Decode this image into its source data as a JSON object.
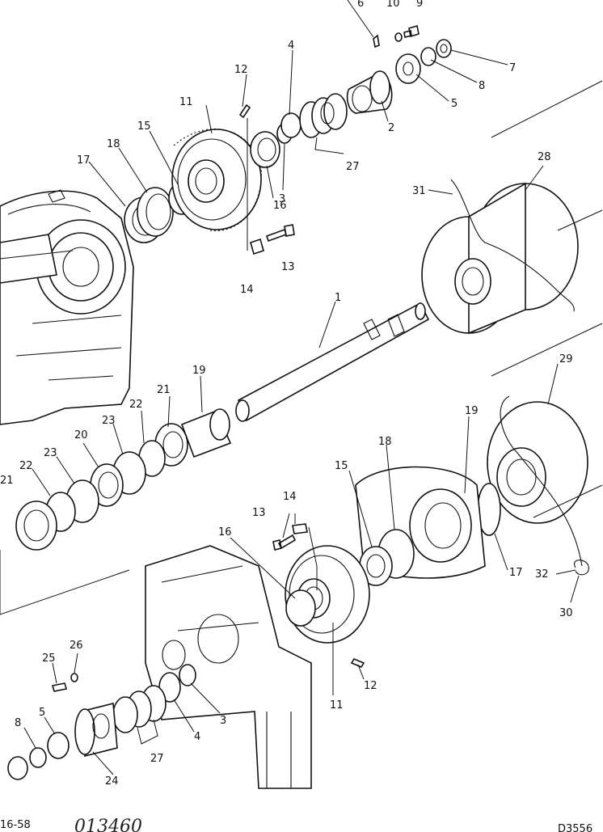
{
  "callouts": [
    {
      "id": "c1",
      "text": "1"
    },
    {
      "id": "c2",
      "text": "2"
    },
    {
      "id": "c3a",
      "text": "3"
    },
    {
      "id": "c3b",
      "text": "3"
    },
    {
      "id": "c4a",
      "text": "4"
    },
    {
      "id": "c4b",
      "text": "4"
    },
    {
      "id": "c5a",
      "text": "5"
    },
    {
      "id": "c5b",
      "text": "5"
    },
    {
      "id": "c6",
      "text": "6"
    },
    {
      "id": "c7",
      "text": "7"
    },
    {
      "id": "c8a",
      "text": "8"
    },
    {
      "id": "c8b",
      "text": "8"
    },
    {
      "id": "c9",
      "text": "9"
    },
    {
      "id": "c10",
      "text": "10"
    },
    {
      "id": "c11a",
      "text": "11"
    },
    {
      "id": "c11b",
      "text": "11"
    },
    {
      "id": "c12a",
      "text": "12"
    },
    {
      "id": "c12b",
      "text": "12"
    },
    {
      "id": "c13a",
      "text": "13"
    },
    {
      "id": "c13b",
      "text": "13"
    },
    {
      "id": "c14a",
      "text": "14"
    },
    {
      "id": "c14b",
      "text": "14"
    },
    {
      "id": "c15a",
      "text": "15"
    },
    {
      "id": "c15b",
      "text": "15"
    },
    {
      "id": "c16a",
      "text": "16"
    },
    {
      "id": "c16b",
      "text": "16"
    },
    {
      "id": "c17a",
      "text": "17"
    },
    {
      "id": "c17b",
      "text": "17"
    },
    {
      "id": "c18a",
      "text": "18"
    },
    {
      "id": "c18b",
      "text": "18"
    },
    {
      "id": "c19a",
      "text": "19"
    },
    {
      "id": "c19b",
      "text": "19"
    },
    {
      "id": "c20",
      "text": "20"
    },
    {
      "id": "c21a",
      "text": "21"
    },
    {
      "id": "c21b",
      "text": "21"
    },
    {
      "id": "c22a",
      "text": "22"
    },
    {
      "id": "c22b",
      "text": "22"
    },
    {
      "id": "c23a",
      "text": "23"
    },
    {
      "id": "c23b",
      "text": "23"
    },
    {
      "id": "c24",
      "text": "24"
    },
    {
      "id": "c25",
      "text": "25"
    },
    {
      "id": "c26",
      "text": "26"
    },
    {
      "id": "c27a",
      "text": "27"
    },
    {
      "id": "c27b",
      "text": "27"
    },
    {
      "id": "c28",
      "text": "28"
    },
    {
      "id": "c29",
      "text": "29"
    },
    {
      "id": "c30",
      "text": "30"
    },
    {
      "id": "c31",
      "text": "31"
    },
    {
      "id": "c32",
      "text": "32"
    }
  ],
  "footer": {
    "page_number": "16-58",
    "handwritten_note": "013460",
    "drawing_code": "D3556"
  }
}
